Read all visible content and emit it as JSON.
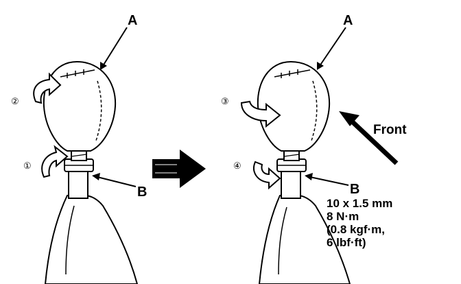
{
  "labels": {
    "knob": "A",
    "locknut": "B",
    "front": "Front"
  },
  "steps": [
    "①",
    "②",
    "③",
    "④"
  ],
  "spec": {
    "thread": "10 x 1.5 mm",
    "torque_nm": "8 N·m",
    "torque_kgfm": "(0.8 kgf·m,",
    "torque_lbfft": "6 lbf·ft)"
  },
  "colors": {
    "ink": "#000000",
    "paper": "#ffffff"
  }
}
